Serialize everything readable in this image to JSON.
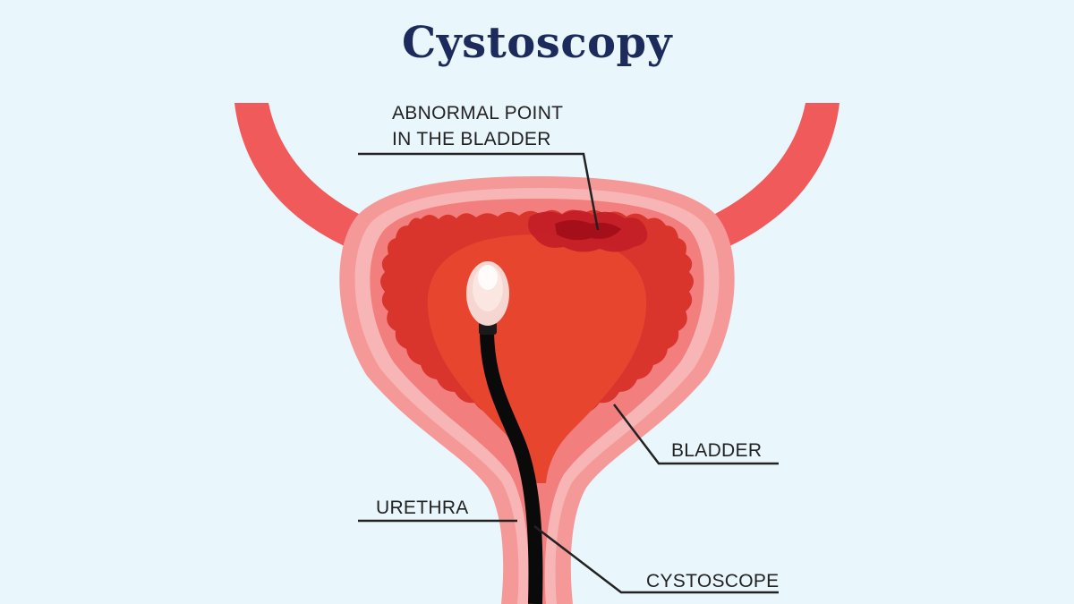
{
  "title": "Cystoscopy",
  "labels": {
    "abnormal_point_line1": "ABNORMAL POINT",
    "abnormal_point_line2": "IN THE BLADDER",
    "bladder": "BLADDER",
    "urethra": "URETHRA",
    "cystoscope": "CYSTOSCOPE"
  },
  "colors": {
    "background": "#e9f6fc",
    "title": "#1c2a5c",
    "ureter": "#f05a5a",
    "bladder_outer": "#f79a9a",
    "bladder_mid": "#f7b6b6",
    "bladder_inner": "#d9352d",
    "bladder_core": "#e8452f",
    "abnormal_spot": "#b8141e",
    "scope_shaft": "#0a0a0a",
    "scope_tip": "#f6d6d0",
    "leader_line": "#222222"
  }
}
